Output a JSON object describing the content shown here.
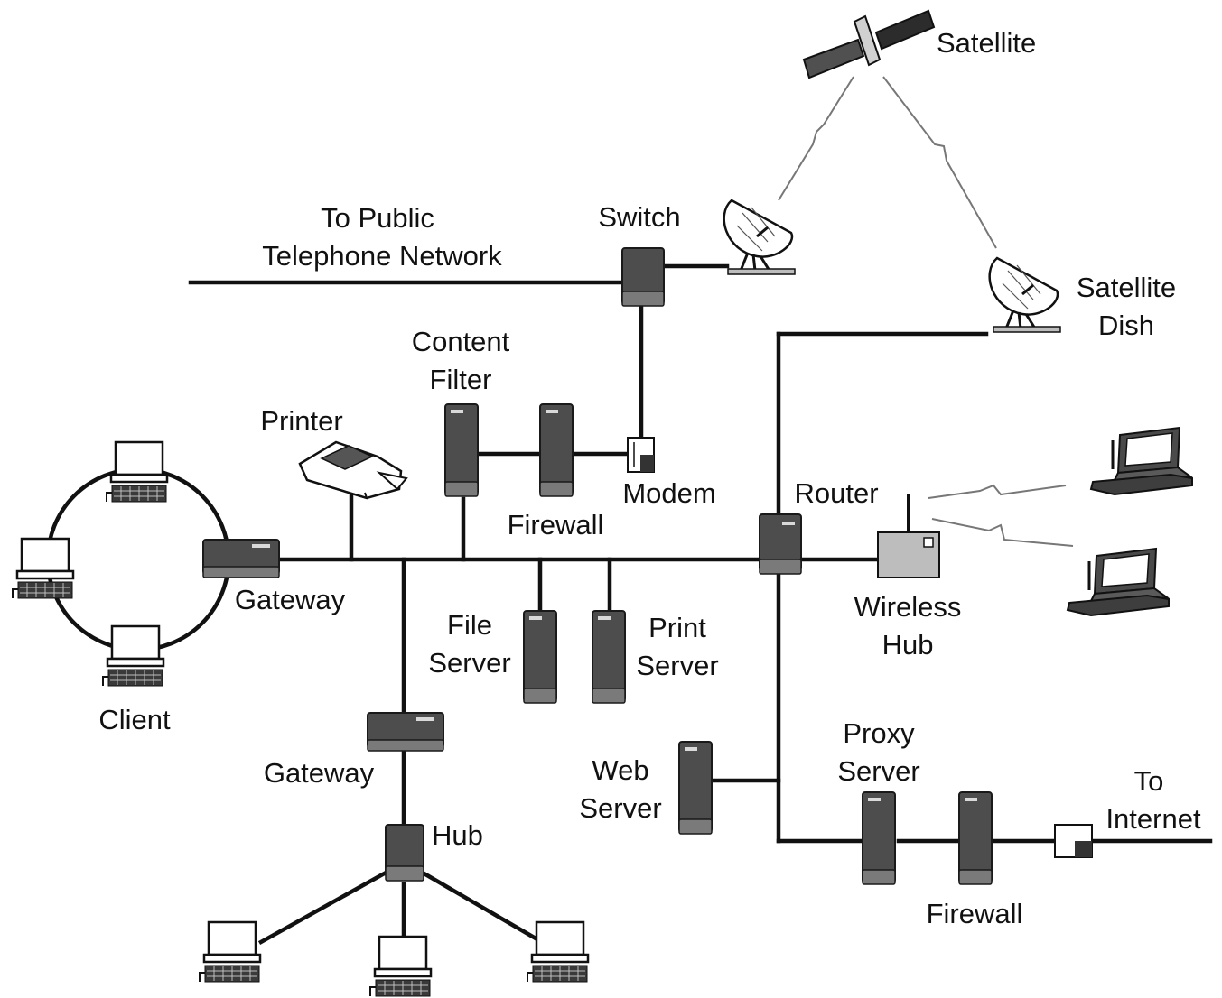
{
  "labels": {
    "satellite": "Satellite",
    "to_public_line1": "To Public",
    "to_public_line2": "Telephone Network",
    "switch": "Switch",
    "satellite_dish_line1": "Satellite",
    "satellite_dish_line2": "Dish",
    "content_filter_line1": "Content",
    "content_filter_line2": "Filter",
    "printer": "Printer",
    "modem": "Modem",
    "firewall_top": "Firewall",
    "router": "Router",
    "gateway_main": "Gateway",
    "file_server_line1": "File",
    "file_server_line2": "Server",
    "print_server_line1": "Print",
    "print_server_line2": "Server",
    "wireless_hub_line1": "Wireless",
    "wireless_hub_line2": "Hub",
    "client": "Client",
    "gateway_lower": "Gateway",
    "proxy_server_line1": "Proxy",
    "proxy_server_line2": "Server",
    "web_server_line1": "Web",
    "web_server_line2": "Server",
    "to_internet_line1": "To",
    "to_internet_line2": "Internet",
    "hub": "Hub",
    "firewall_bottom": "Firewall"
  },
  "icons": {
    "satellite": "satellite-icon",
    "dish": "satellite-dish-icon",
    "tower": "tower-server-icon",
    "gateway": "gateway-box-icon",
    "printer": "printer-icon",
    "modem": "modem-icon",
    "wireless_hub": "wireless-access-point-icon",
    "laptop": "laptop-icon",
    "workstation": "desktop-computer-icon",
    "wireless_link": "lightning-zigzag-icon"
  },
  "colors": {
    "line": "#111111",
    "device": "#4d4d4d",
    "wireless_hub": "#bdbdbd",
    "background": "#ffffff"
  }
}
